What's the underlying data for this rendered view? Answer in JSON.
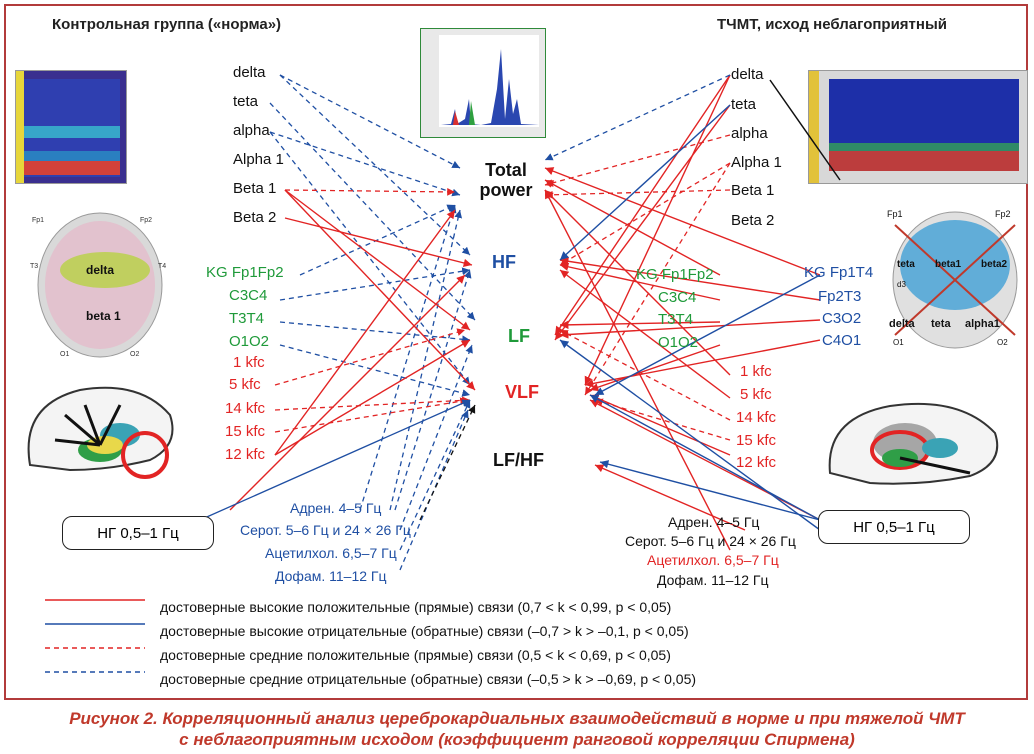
{
  "headers": {
    "left": "Контрольная группа («норма»)",
    "right": "ТЧМТ, исход неблагоприятный"
  },
  "left": {
    "bands": [
      "delta",
      "teta",
      "alpha",
      "Alpha 1",
      "Beta 1",
      "Beta 2"
    ],
    "green": [
      "KG Fp1Fp2",
      "C3C4",
      "T3T4",
      "O1O2"
    ],
    "kfc": [
      "1 kfc",
      "5 kfc",
      "14 kfc",
      "15 kfc",
      "12 kfc"
    ],
    "ng": "НГ 0,5–1 Гц",
    "bottom": [
      "Адрен. 4–5 Гц",
      "Серот. 5–6 Гц и 24 × 26 Гц",
      "Ацетилхол. 6,5–7 Гц",
      "Дофам. 11–12 Гц"
    ],
    "brain_labels": [
      "delta",
      "beta 1",
      "Fp1",
      "Fp2",
      "T3",
      "T4",
      "O1",
      "O2"
    ]
  },
  "right": {
    "bands": [
      "delta",
      "teta",
      "alpha",
      "Alpha 1",
      "Beta 1",
      "Beta 2"
    ],
    "green": [
      "KG Fp1Fp2",
      "C3C4",
      "T3T4",
      "O1O2"
    ],
    "blue": [
      "KG Fp1T4",
      "Fp2T3",
      "C3O2",
      "C4O1"
    ],
    "kfc": [
      "1 kfc",
      "5 kfc",
      "14 kfc",
      "15 kfc",
      "12 kfc"
    ],
    "ng": "НГ 0,5–1 Гц",
    "bottom": [
      "Адрен. 4–5 Гц",
      "Серот. 5–6 Гц и 24 × 26 Гц",
      "Ацетилхол. 6,5–7 Гц",
      "Дофам. 11–12 Гц"
    ],
    "brain_labels": [
      "Fp1",
      "Fp2",
      "teta",
      "beta1",
      "beta2",
      "d3",
      "delta",
      "teta",
      "alpha1",
      "O1",
      "O2"
    ]
  },
  "hubs": {
    "total": "Total power",
    "hf": "HF",
    "lf": "LF",
    "vlf": "VLF",
    "lfhf": "LF/HF"
  },
  "legend": [
    "достоверные высокие положительные (прямые) связи (0,7 < k < 0,99, p < 0,05)",
    "достоверные высокие отрицательные (обратные) связи (–0,7 > k > –0,1, p < 0,05)",
    "достоверные средние положительные (прямые) связи (0,5 < k < 0,69, p < 0,05)",
    "достоверные средние отрицательные (обратные) связи (–0,5 > k > –0,69, p < 0,05)"
  ],
  "caption": [
    "Рисунок 2. Корреляционный анализ цереброкардиальных взаимодействий в норме и при тяжелой ЧМТ",
    "с неблагоприятным исходом (коэффициент ранговой корреляции Спирмена)"
  ],
  "colors": {
    "red": "#e22424",
    "blue": "#1f4fa3",
    "green": "#1f9a3a",
    "frame": "#b23b3b"
  }
}
